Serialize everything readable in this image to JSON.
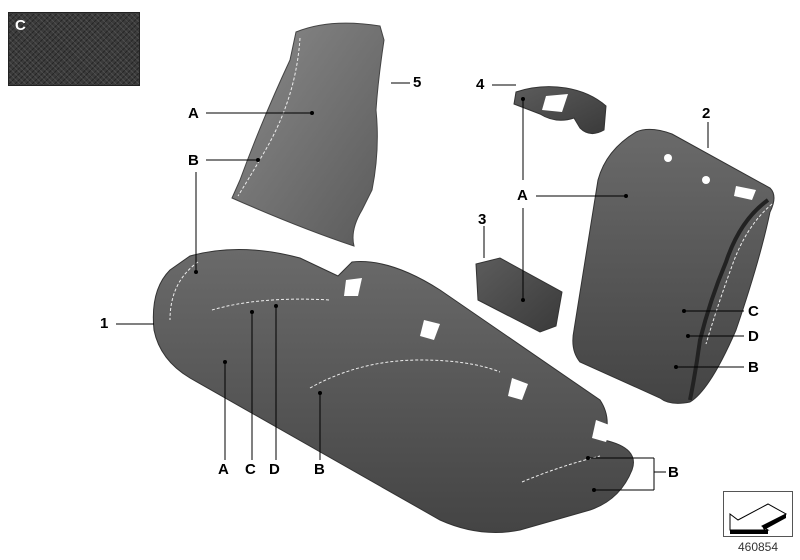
{
  "diagram": {
    "type": "exploded-parts-view",
    "subject": "rear seat covers (leather)",
    "reference_number": "460854",
    "inset": {
      "label": "C",
      "description": "perforated/quilted texture detail"
    },
    "part_numbers": [
      {
        "id": "1",
        "label": "1",
        "part": "seat cushion cover"
      },
      {
        "id": "2",
        "label": "2",
        "part": "backrest cover right"
      },
      {
        "id": "3",
        "label": "3",
        "part": "armrest cover"
      },
      {
        "id": "4",
        "label": "4",
        "part": "top trim cover"
      },
      {
        "id": "5",
        "label": "5",
        "part": "side bolster cover"
      }
    ],
    "callouts": {
      "part5_A": "A",
      "part5_B": "B",
      "part4_A": "A",
      "part2_A": "A",
      "part2_C": "C",
      "part2_D": "D",
      "part2_B": "B",
      "part1_B_top": "B",
      "part1_A": "A",
      "part1_C": "C",
      "part1_D": "D",
      "part1_B": "B",
      "part1_B_right": "B"
    },
    "colors": {
      "leather": "#4a4a4a",
      "leather_light": "#6e6e6e",
      "stitch": "#e8e8e8",
      "line": "#000000"
    }
  }
}
